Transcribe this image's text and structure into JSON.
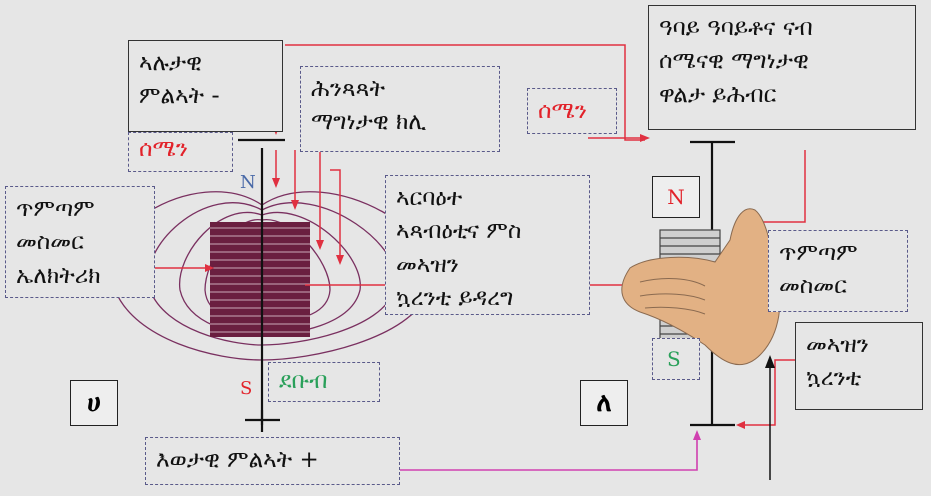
{
  "labels": {
    "negative_terminal": "ኣሉታዊ\nምልኣት -",
    "south_pole_left": "ሰሜን",
    "magnetic_field_lines": "ሕንጻጻት\nማግነታዊ ክሊ",
    "south_pole_right": "ሰሜን",
    "top_right_note": "ዓባይ ዓባይቶና ናብ\nሰሜናዊ ማግነታዊ\nዋልታ ይሕብር",
    "electric_coil": "ጥምጣም\nመስመር\nኤለክትሪክ",
    "fingers_note": "ኣርባዕተ\nኣጻብዕቲና ምስ\nመኣዝን\nኳረንቲ ይዳረግ",
    "coil_right": "ጥምጣም\nመስመር",
    "current_direction": "መኣዝን\nኳረንቲ",
    "south_label": "ደቡብ",
    "positive_terminal": "እወታዊ ምልኣት +",
    "figure_a": "ሀ",
    "figure_b": "ለ",
    "pole_n_left": "N",
    "pole_s_left": "S",
    "pole_n_right": "N",
    "pole_s_right": "S"
  },
  "colors": {
    "background": "#e6e6e6",
    "red_text": "#e2222a",
    "green_text": "#2aa05a",
    "magnetic_field": "#7a3060",
    "wire": "#e03040",
    "pink_wire": "#d040b0",
    "hand": "#e2b184"
  },
  "icons": {
    "hand": "right-hand-icon",
    "coil": "solenoid-icon"
  }
}
